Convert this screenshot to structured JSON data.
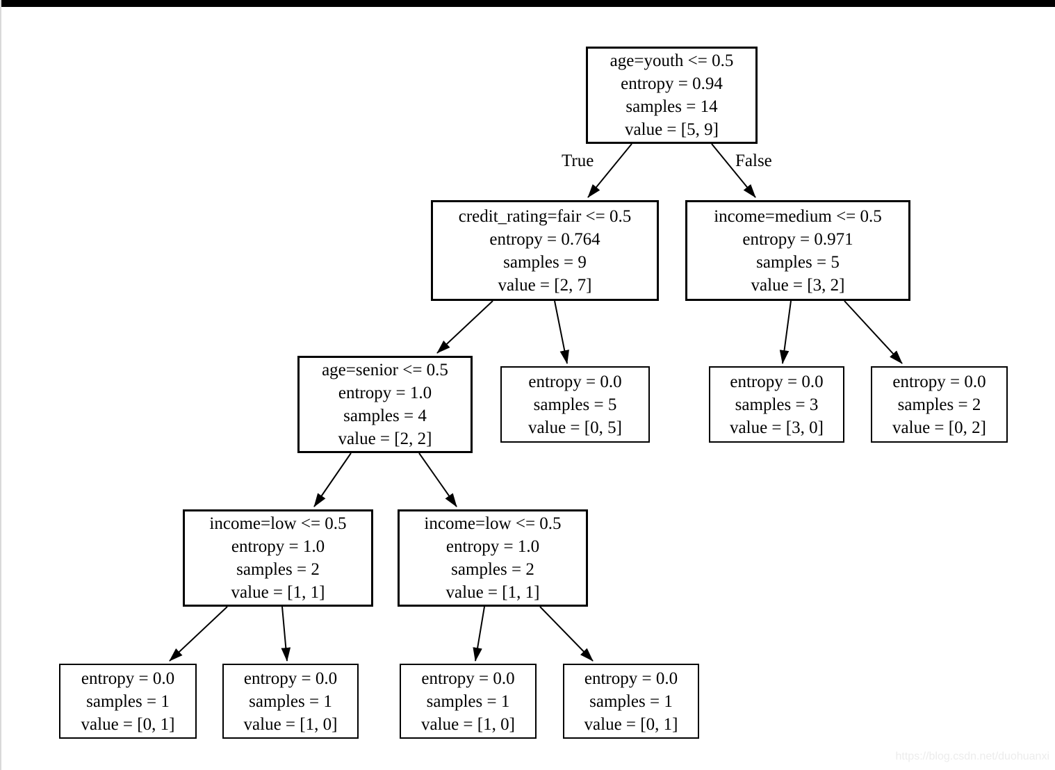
{
  "diagram": {
    "type": "decision-tree",
    "colors": {
      "background": "#ffffff",
      "node_border": "#000000",
      "text": "#000000",
      "watermark_text": "#ececec",
      "top_bar": "#000000"
    },
    "edge_labels": {
      "true_label": "True",
      "false_label": "False"
    },
    "watermark": "https://blog.csdn.net/duohuanxi",
    "tree": {
      "nodes": [
        {
          "id": "root",
          "kind": "internal",
          "lines": [
            "age=youth <= 0.5",
            "entropy = 0.94",
            "samples = 14",
            "value = [5, 9]"
          ],
          "children": [
            "credit-rating-fair",
            "income-medium"
          ],
          "branch_labels": [
            "True",
            "False"
          ]
        },
        {
          "id": "credit-rating-fair",
          "kind": "internal",
          "lines": [
            "credit_rating=fair <= 0.5",
            "entropy = 0.764",
            "samples = 9",
            "value = [2, 7]"
          ],
          "children": [
            "age-senior",
            "leaf-0-5"
          ]
        },
        {
          "id": "income-medium",
          "kind": "internal",
          "lines": [
            "income=medium <= 0.5",
            "entropy = 0.971",
            "samples = 5",
            "value = [3, 2]"
          ],
          "children": [
            "leaf-3-0",
            "leaf-0-2"
          ]
        },
        {
          "id": "age-senior",
          "kind": "internal",
          "lines": [
            "age=senior <= 0.5",
            "entropy = 1.0",
            "samples = 4",
            "value = [2, 2]"
          ],
          "children": [
            "income-low-left",
            "income-low-right"
          ]
        },
        {
          "id": "leaf-0-5",
          "kind": "leaf",
          "lines": [
            "entropy = 0.0",
            "samples = 5",
            "value = [0, 5]"
          ],
          "children": []
        },
        {
          "id": "leaf-3-0",
          "kind": "leaf",
          "lines": [
            "entropy = 0.0",
            "samples = 3",
            "value = [3, 0]"
          ],
          "children": []
        },
        {
          "id": "leaf-0-2",
          "kind": "leaf",
          "lines": [
            "entropy = 0.0",
            "samples = 2",
            "value = [0, 2]"
          ],
          "children": []
        },
        {
          "id": "income-low-left",
          "kind": "internal",
          "lines": [
            "income=low <= 0.5",
            "entropy = 1.0",
            "samples = 2",
            "value = [1, 1]"
          ],
          "children": [
            "leaf-0-1-a",
            "leaf-1-0-a"
          ]
        },
        {
          "id": "income-low-right",
          "kind": "internal",
          "lines": [
            "income=low <= 0.5",
            "entropy = 1.0",
            "samples = 2",
            "value = [1, 1]"
          ],
          "children": [
            "leaf-1-0-b",
            "leaf-0-1-b"
          ]
        },
        {
          "id": "leaf-0-1-a",
          "kind": "leaf",
          "lines": [
            "entropy = 0.0",
            "samples = 1",
            "value = [0, 1]"
          ],
          "children": []
        },
        {
          "id": "leaf-1-0-a",
          "kind": "leaf",
          "lines": [
            "entropy = 0.0",
            "samples = 1",
            "value = [1, 0]"
          ],
          "children": []
        },
        {
          "id": "leaf-1-0-b",
          "kind": "leaf",
          "lines": [
            "entropy = 0.0",
            "samples = 1",
            "value = [1, 0]"
          ],
          "children": []
        },
        {
          "id": "leaf-0-1-b",
          "kind": "leaf",
          "lines": [
            "entropy = 0.0",
            "samples = 1",
            "value = [0, 1]"
          ],
          "children": []
        }
      ]
    }
  }
}
